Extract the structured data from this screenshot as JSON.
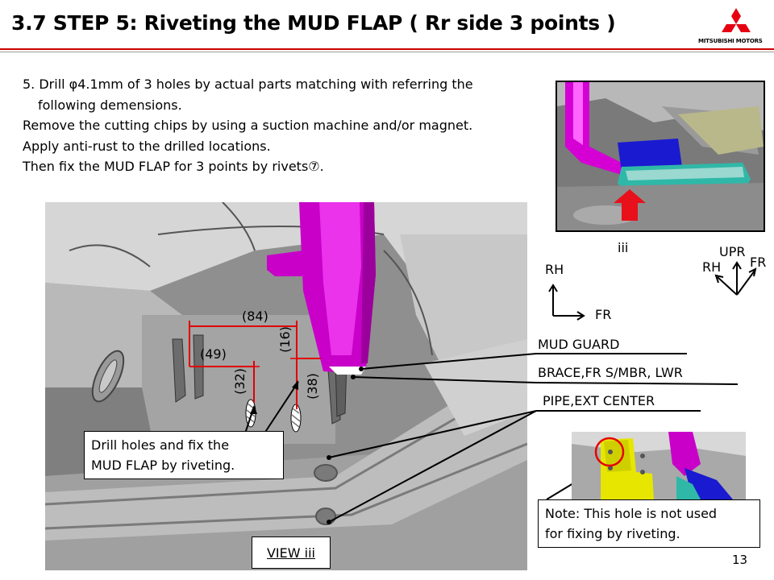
{
  "header": {
    "title": "3.7 STEP 5: Riveting the MUD FLAP ( Rr side 3 points )",
    "logo_text": "MITSUBISHI MOTORS",
    "accent_color": "#cc0000"
  },
  "instructions": [
    "5. Drill φ4.1mm of 3 holes by actual parts matching with referring the",
    "following demensions.",
    "Remove the cutting chips by using a suction machine and/or magnet.",
    "Apply anti-rust to the drilled locations.",
    "Then fix the MUD FLAP for 3 points by rivets⑦."
  ],
  "photo": {
    "caption": "iii"
  },
  "axes_left": {
    "up": "RH",
    "right": "FR"
  },
  "axes_right": {
    "up": "UPR",
    "left": "RH",
    "right": "FR"
  },
  "parts": [
    "MUD GUARD",
    "BRACE,FR S/MBR, LWR",
    "PIPE,EXT CENTER"
  ],
  "dimensions": {
    "d84": "(84)",
    "d16": "(16)",
    "d49": "(49)",
    "d32": "(32)",
    "d38": "(38)"
  },
  "callout": {
    "line1": "Drill holes and fix the",
    "line2": "MUD FLAP by riveting."
  },
  "note": {
    "line1": "Note: This hole is not used",
    "line2": "for fixing by riveting."
  },
  "view_label": "VIEW iii",
  "page_number": "13",
  "colors": {
    "mud_flap": "#d400d4",
    "dimension": "#e00000",
    "brace": "#1a1ad0",
    "pipe": "#2fb8a8"
  }
}
